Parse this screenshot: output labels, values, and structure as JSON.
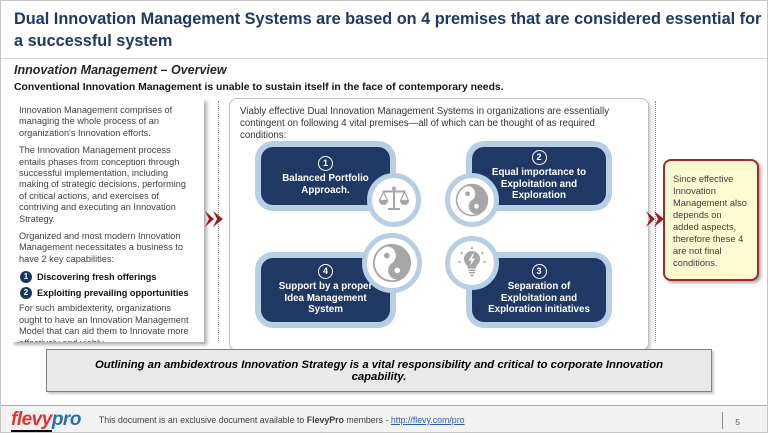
{
  "slide": {
    "title": "Dual Innovation Management Systems are based on 4 premises that are considered essential for a successful system",
    "subtitle": "Innovation Management – Overview",
    "lead": "Conventional Innovation Management is unable to sustain itself in the face of contemporary needs.",
    "tagline": "Outlining an ambidextrous Innovation Strategy is a vital responsibility and critical to corporate Innovation capability.",
    "page_number": "5"
  },
  "left_panel": {
    "paragraphs": [
      "Innovation Management comprises of managing the whole process of an organization's Innovation efforts.",
      "The Innovation Management process entails phases from conception through successful implementation, including making of strategic decisions, performing of critical actions, and exercises of contriving and executing an Innovation Strategy.",
      "Organized and most modern Innovation Management necessitates a business to have 2 key capabilities:"
    ],
    "capabilities": [
      {
        "num": "1",
        "label": "Discovering fresh offerings"
      },
      {
        "num": "2",
        "label": "Exploiting prevailing opportunities"
      }
    ],
    "closing": "For such ambidexterity, organizations ought to have an Innovation Management Model that can aid them to Innovate more effectively and viably."
  },
  "main_panel": {
    "intro": "Viably effective Dual Innovation Management Systems in organizations are essentially contingent on following 4 vital premises—all of which can be thought of as required conditions:",
    "premises": [
      {
        "num": "1",
        "label": "Balanced Portfolio Approach.",
        "icon": "balance-scale-icon"
      },
      {
        "num": "2",
        "label": "Equal importance to Exploitation and Exploration",
        "icon": "yin-yang-icon"
      },
      {
        "num": "4",
        "label": "Support by a proper Idea Management System",
        "icon": "yin-yang-icon"
      },
      {
        "num": "3",
        "label": "Separation of Exploitation and Exploration initiatives",
        "icon": "lightbulb-bolt-icon"
      }
    ]
  },
  "note": {
    "text": "Since effective Innovation Management also depends on added aspects, therefore these 4 are not final conditions."
  },
  "footer": {
    "logo_flevy": "flevy",
    "logo_pro": "pro",
    "text_prefix": "This document is an exclusive document available to ",
    "brand": "FlevyPro",
    "text_middle": " members - ",
    "link": "http://flevy.com/pro"
  },
  "colors": {
    "title_navy": "#1F3864",
    "box_navy": "#1F3864",
    "box_ring_light_blue": "#B7CEE5",
    "icon_gray": "#A6A6A6",
    "chevron_red": "#9E1B1F",
    "note_bg": "#FCFAD2",
    "note_border": "#9C2B2E",
    "tagline_bg": "#E9E9E9",
    "footer_bg": "#F2F2F2",
    "logo_red": "#E23438",
    "logo_blue": "#2E6DB5"
  }
}
